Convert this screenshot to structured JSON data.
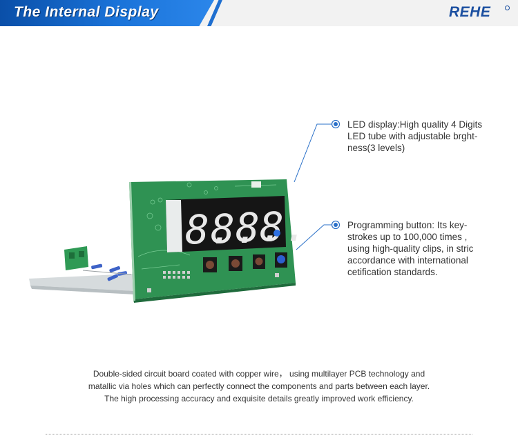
{
  "header": {
    "title": "The Internal Display",
    "logo": "REHE",
    "accent_color": "#1a6ad8",
    "logo_color": "#1b4fa0"
  },
  "display": {
    "digits": [
      "8.",
      "8.",
      "8.",
      "8."
    ],
    "digit_color": "#e8e8e8"
  },
  "callouts": {
    "led": {
      "lines": [
        "LED display:High quality 4 Digits",
        "LED tube with adjustable brght-",
        "ness(3 levels)"
      ],
      "icon": "bullet-circle-icon"
    },
    "button": {
      "lines": [
        "Programming button:  Its key-",
        "strokes up to 100,000 times ,",
        "using high-quality clips, in stric",
        "accordance with international",
        "cetification standards."
      ],
      "icon": "bullet-circle-icon"
    }
  },
  "caption": {
    "lines": [
      "Double-sided circuit board coated with copper wire， using multilayer PCB technology and",
      "matallic via holes which can perfectly connect the components and parts between each layer.",
      "The high processing accuracy and exquisite details greatly improved work efficiency."
    ]
  }
}
